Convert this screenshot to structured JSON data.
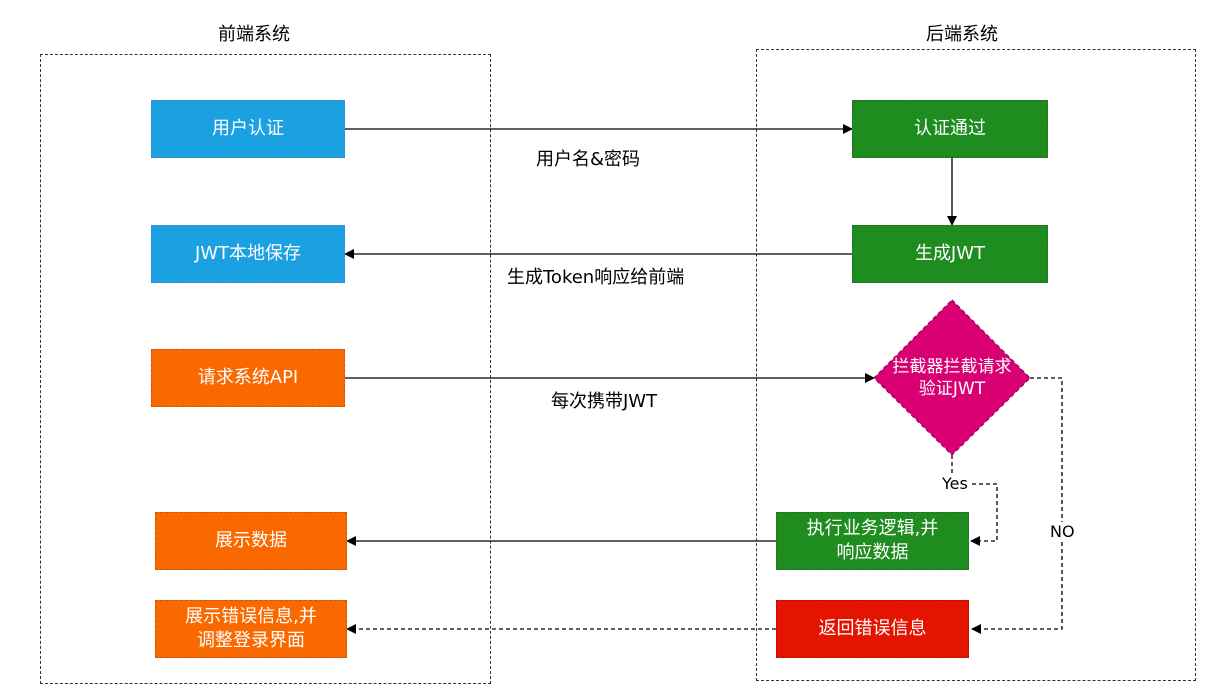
{
  "groups": {
    "frontend": "前端系统",
    "backend": "后端系统"
  },
  "nodes": {
    "user_auth": "用户认证",
    "jwt_save": "JWT本地保存",
    "request_api": "请求系统API",
    "show_data": "展示数据",
    "show_error": "展示错误信息,并\n调整登录界面",
    "auth_pass": "认证通过",
    "gen_jwt": "生成JWT",
    "interceptor": "拦截器拦截请求\n验证JWT",
    "execute": "执行业务逻辑,并\n响应数据",
    "return_error": "返回错误信息"
  },
  "edges": {
    "credentials": "用户名&密码",
    "token_response": "生成Token响应给前端",
    "carry_jwt": "每次携带JWT",
    "yes": "Yes",
    "no": "NO"
  },
  "colors": {
    "blue": "#1ba1e2",
    "green": "#1e8c1e",
    "orange": "#fa6800",
    "red": "#e51400",
    "magenta": "#d80073"
  }
}
